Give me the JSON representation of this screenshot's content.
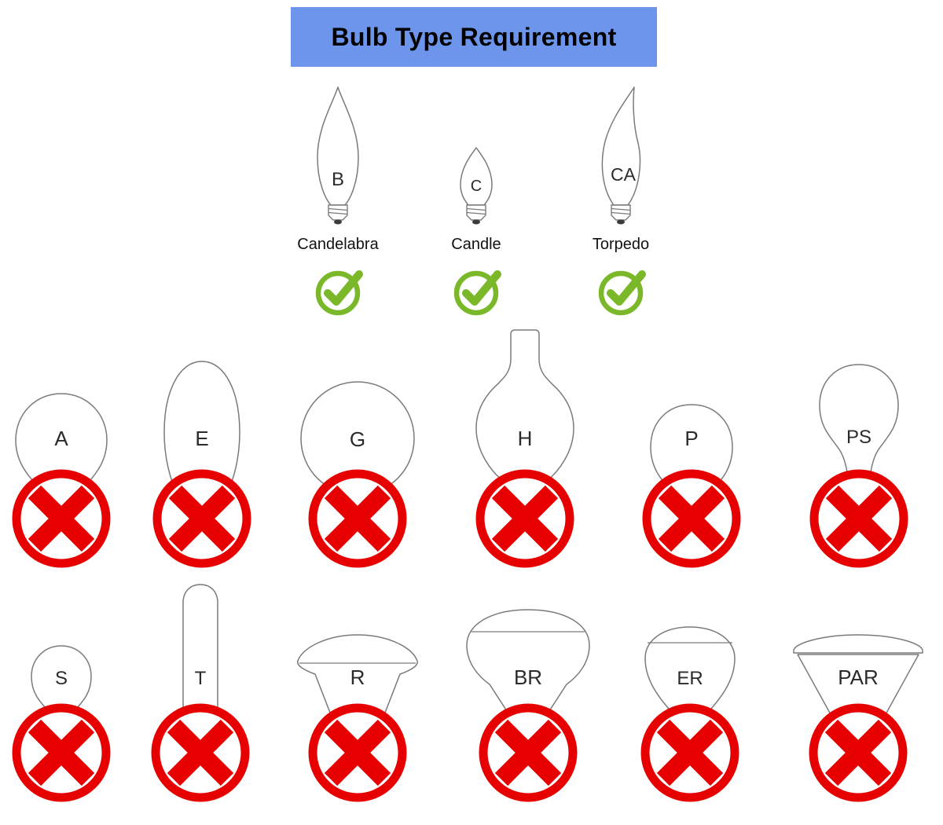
{
  "title": "Bulb Type Requirement",
  "colors": {
    "banner_background": "#6d95ec",
    "title_text": "#000000",
    "check_green": "#7ab829",
    "prohibited_red": "#e60000",
    "bulb_outline": "#7a7a7a",
    "bulb_letter": "#2b2b2b"
  },
  "allowed": [
    {
      "code": "B",
      "name": "Candelabra",
      "status": "allowed",
      "icon": "check-icon"
    },
    {
      "code": "C",
      "name": "Candle",
      "status": "allowed",
      "icon": "check-icon"
    },
    {
      "code": "CA",
      "name": "Torpedo",
      "status": "allowed",
      "icon": "check-icon"
    }
  ],
  "disallowed_row1": [
    {
      "code": "A",
      "status": "not-allowed",
      "icon": "prohibited-icon"
    },
    {
      "code": "E",
      "status": "not-allowed",
      "icon": "prohibited-icon"
    },
    {
      "code": "G",
      "status": "not-allowed",
      "icon": "prohibited-icon"
    },
    {
      "code": "H",
      "status": "not-allowed",
      "icon": "prohibited-icon"
    },
    {
      "code": "P",
      "status": "not-allowed",
      "icon": "prohibited-icon"
    },
    {
      "code": "PS",
      "status": "not-allowed",
      "icon": "prohibited-icon"
    }
  ],
  "disallowed_row2": [
    {
      "code": "S",
      "status": "not-allowed",
      "icon": "prohibited-icon"
    },
    {
      "code": "T",
      "status": "not-allowed",
      "icon": "prohibited-icon"
    },
    {
      "code": "R",
      "status": "not-allowed",
      "icon": "prohibited-icon"
    },
    {
      "code": "BR",
      "status": "not-allowed",
      "icon": "prohibited-icon"
    },
    {
      "code": "ER",
      "status": "not-allowed",
      "icon": "prohibited-icon"
    },
    {
      "code": "PAR",
      "status": "not-allowed",
      "icon": "prohibited-icon"
    }
  ]
}
